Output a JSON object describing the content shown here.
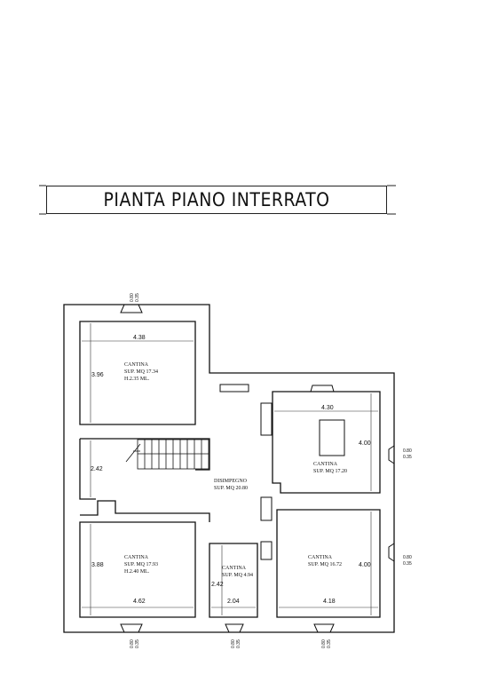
{
  "title": "PIANTA PIANO INTERRATO",
  "rooms": [
    {
      "name": "CANTINA",
      "area": "SUP. MQ 17.34",
      "height": "H.2.35 ML."
    },
    {
      "name": "CANTINA",
      "area": "SUP. MQ 17.20"
    },
    {
      "name": "DISIMPEGNO",
      "area": "SUP. MQ 20.80"
    },
    {
      "name": "CANTINA",
      "area": "SUP. MQ 17.93",
      "height": "H.2.40 ML."
    },
    {
      "name": "CANTINA",
      "area": "SUP. MQ 4.94"
    },
    {
      "name": "CANTINA",
      "area": "SUP. MQ 16.72"
    }
  ],
  "dimensions": {
    "tl_width": "4.38",
    "tl_height": "3.96",
    "tr_width": "4.30",
    "tr_height": "4.00",
    "stair_height": "2.42",
    "bl_height": "3.88",
    "bl_width": "4.62",
    "small_height": "2.42",
    "small_width": "2.04",
    "br_height": "4.00",
    "br_width": "4.18"
  },
  "windows": {
    "top": [
      "0.80",
      "0.35"
    ],
    "right_upper": [
      "0.80",
      "0.35"
    ],
    "right_lower": [
      "0.80",
      "0.35"
    ],
    "bottom_left": [
      "0.80",
      "0.35"
    ],
    "bottom_mid": [
      "0.80",
      "0.35"
    ],
    "bottom_right": [
      "0.80",
      "0.35"
    ]
  }
}
